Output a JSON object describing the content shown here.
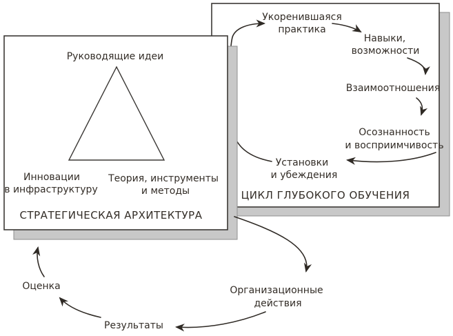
{
  "diagram": {
    "strategic_card": {
      "title": "СТРАТЕГИЧЕСКАЯ АРХИТЕКТУРА",
      "apex_label": "Руководящие идеи",
      "bottom_left_label": {
        "line1": "Инновации",
        "line2": "в инфраструктуру"
      },
      "bottom_right_label": {
        "line1": "Теория, инструменты",
        "line2": "и методы"
      }
    },
    "learning_cycle_card": {
      "title": "ЦИКЛ ГЛУБОКОГО ОБУЧЕНИЯ",
      "nodes": {
        "entrenched_practice": {
          "line1": "Укоренившаяся",
          "line2": "практика"
        },
        "skills": {
          "line1": "Навыки,",
          "line2": "возможности"
        },
        "relationships": {
          "line1": "Взаимоотношения"
        },
        "awareness": {
          "line1": "Осознанность",
          "line2": "и восприимчивость"
        },
        "attitudes": {
          "line1": "Установки",
          "line2": "и убеждения"
        }
      },
      "flow": [
        "Укоренившаяся практика -> Навыки, возможности",
        "Навыки, возможности -> Взаимоотношения",
        "Взаимоотношения -> Осознанность и восприимчивость",
        "Осознанность и восприимчивость -> Установки и убеждения",
        "Установки и убеждения -> Укоренившаяся практика"
      ]
    },
    "outer_cycle": {
      "organizational_actions": {
        "line1": "Организационные",
        "line2": "действия"
      },
      "results": "Результаты",
      "assessment": "Оценка",
      "flow": [
        "ЦИКЛ ГЛУБОКОГО ОБУЧЕНИЯ -> Организационные действия",
        "Организационные действия -> Результаты",
        "Результаты -> Оценка",
        "Оценка -> СТРАТЕГИЧЕСКАЯ АРХИТЕКТУРА"
      ]
    },
    "colors": {
      "ink": "#332d27",
      "card_border": "#3b3835",
      "card_shadow": "#c8c8c8",
      "background": "#ffffff"
    }
  }
}
